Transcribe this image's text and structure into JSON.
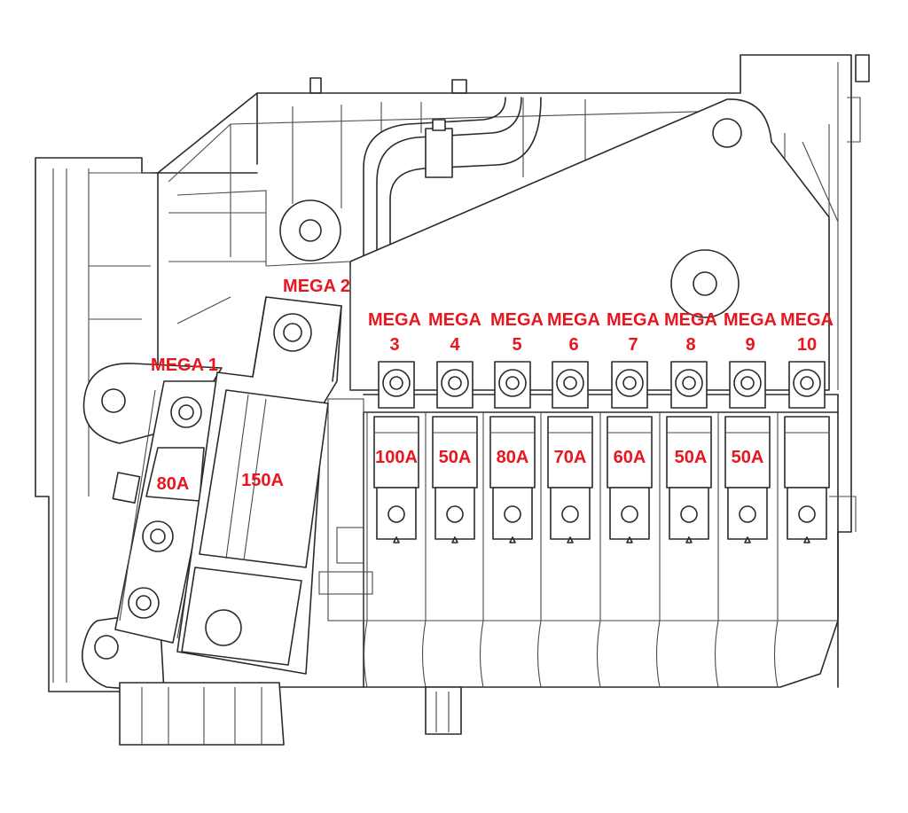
{
  "colors": {
    "label": "#e8161f",
    "line": "#2a2a2a",
    "background": "#ffffff"
  },
  "fuses": [
    {
      "id": "mega1",
      "name_line1": "MEGA 1",
      "name_line2": "",
      "rating": "80A"
    },
    {
      "id": "mega2",
      "name_line1": "MEGA 2",
      "name_line2": "",
      "rating": "150A"
    },
    {
      "id": "mega3",
      "name_line1": "MEGA",
      "name_line2": "3",
      "rating": "100A"
    },
    {
      "id": "mega4",
      "name_line1": "MEGA",
      "name_line2": "4",
      "rating": "50A"
    },
    {
      "id": "mega5",
      "name_line1": "MEGA",
      "name_line2": "5",
      "rating": "80A"
    },
    {
      "id": "mega6",
      "name_line1": "MEGA",
      "name_line2": "6",
      "rating": "70A"
    },
    {
      "id": "mega7",
      "name_line1": "MEGA",
      "name_line2": "7",
      "rating": "60A"
    },
    {
      "id": "mega8",
      "name_line1": "MEGA",
      "name_line2": "8",
      "rating": "50A"
    },
    {
      "id": "mega9",
      "name_line1": "MEGA",
      "name_line2": "9",
      "rating": "50A"
    },
    {
      "id": "mega10",
      "name_line1": "MEGA",
      "name_line2": "10",
      "rating": ""
    }
  ]
}
